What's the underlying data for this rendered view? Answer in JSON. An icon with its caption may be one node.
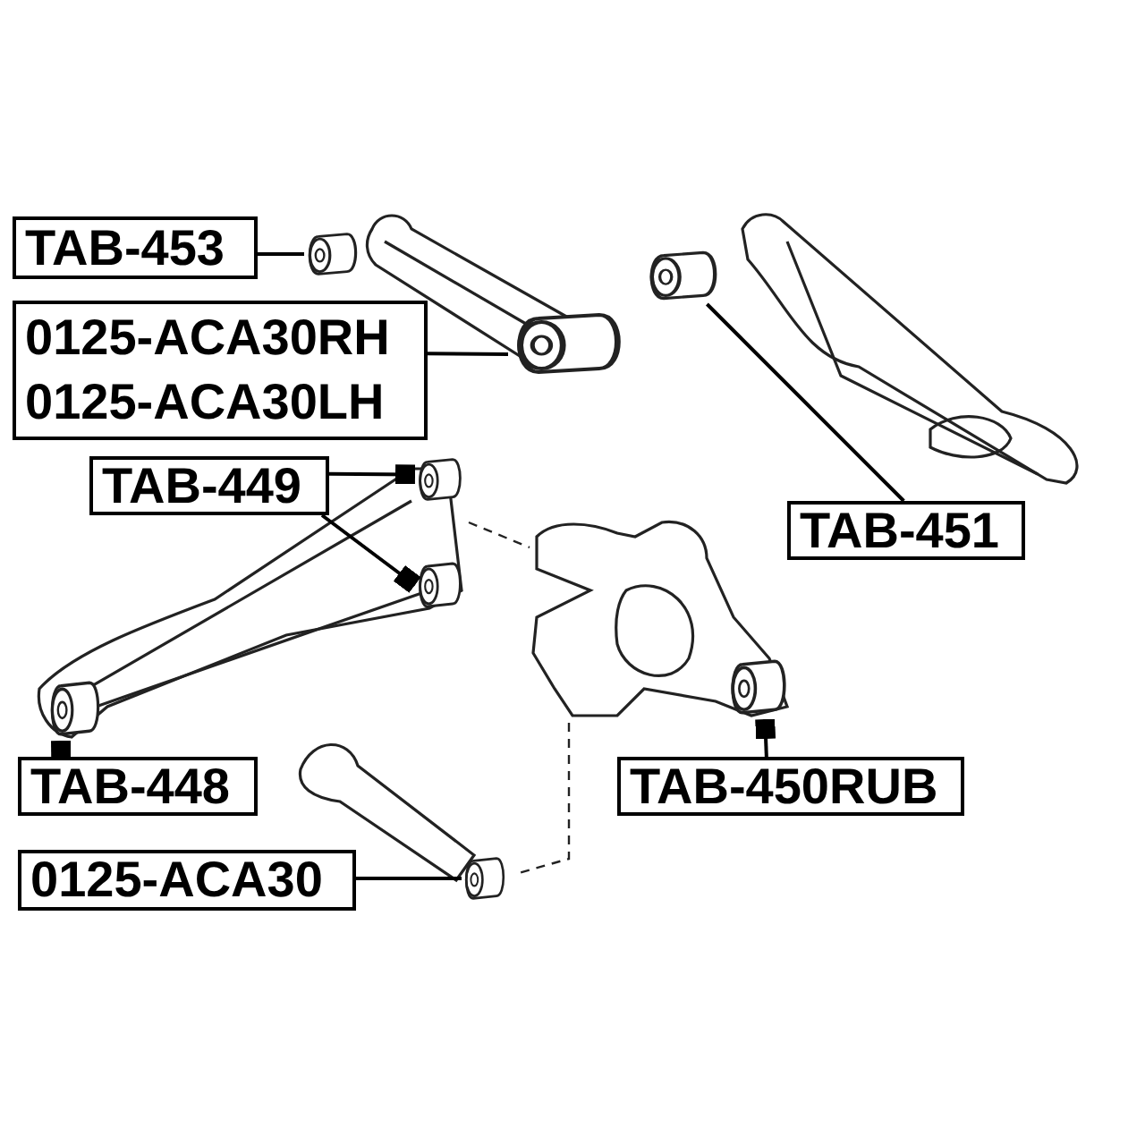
{
  "diagram": {
    "nodes": [
      {
        "text": [
          "TAB-453"
        ]
      },
      {
        "text": [],
        "shape": "picture"
      },
      {
        "text": [
          "0125-ACA30RH",
          "0125-ACA30LH"
        ]
      },
      {
        "text": [],
        "shape": "picture"
      },
      {
        "text": [
          "TAB-449"
        ]
      },
      {
        "text": [],
        "shape": "picture"
      },
      {
        "text": [],
        "shape": "picture"
      },
      {
        "text": [
          "TAB-448"
        ]
      },
      {
        "text": [],
        "shape": "picture"
      },
      {
        "text": [
          "0125-ACA30"
        ]
      },
      {
        "text": [],
        "shape": "picture"
      },
      {
        "text": [
          "TAB-451"
        ]
      },
      {
        "text": [],
        "shape": "picture"
      },
      {
        "text": [
          "TAB-450RUB"
        ]
      },
      {
        "text": [],
        "shape": "picture"
      }
    ],
    "edges": [
      {
        "from": 0,
        "to": 1,
        "arrow": "none"
      },
      {
        "from": 2,
        "to": 3,
        "arrow": "none"
      },
      {
        "from": 4,
        "to": 5,
        "arrow": "other"
      },
      {
        "from": 4,
        "to": 6,
        "arrow": "other"
      },
      {
        "from": 7,
        "to": 8,
        "arrow": "other"
      },
      {
        "from": 9,
        "to": 10,
        "arrow": "none"
      },
      {
        "from": 11,
        "to": 12,
        "arrow": "none"
      },
      {
        "from": 13,
        "to": 14,
        "arrow": "other"
      }
    ]
  }
}
